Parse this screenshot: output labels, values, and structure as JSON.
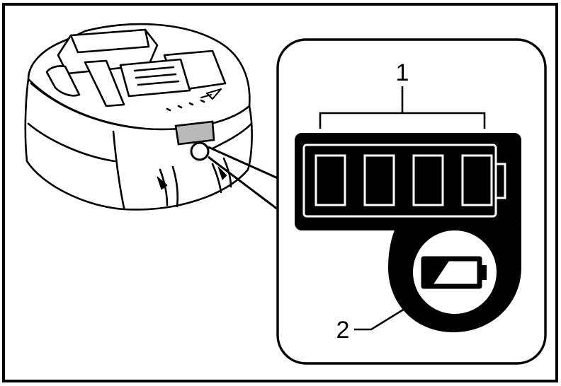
{
  "callouts": {
    "one": "1",
    "two": "2"
  },
  "indicator": {
    "segments_total": 4
  },
  "colors": {
    "ink": "#000000",
    "paper": "#ffffff",
    "grey_window": "#b9b9b9",
    "battery_shadow": "#e6e6e6"
  }
}
